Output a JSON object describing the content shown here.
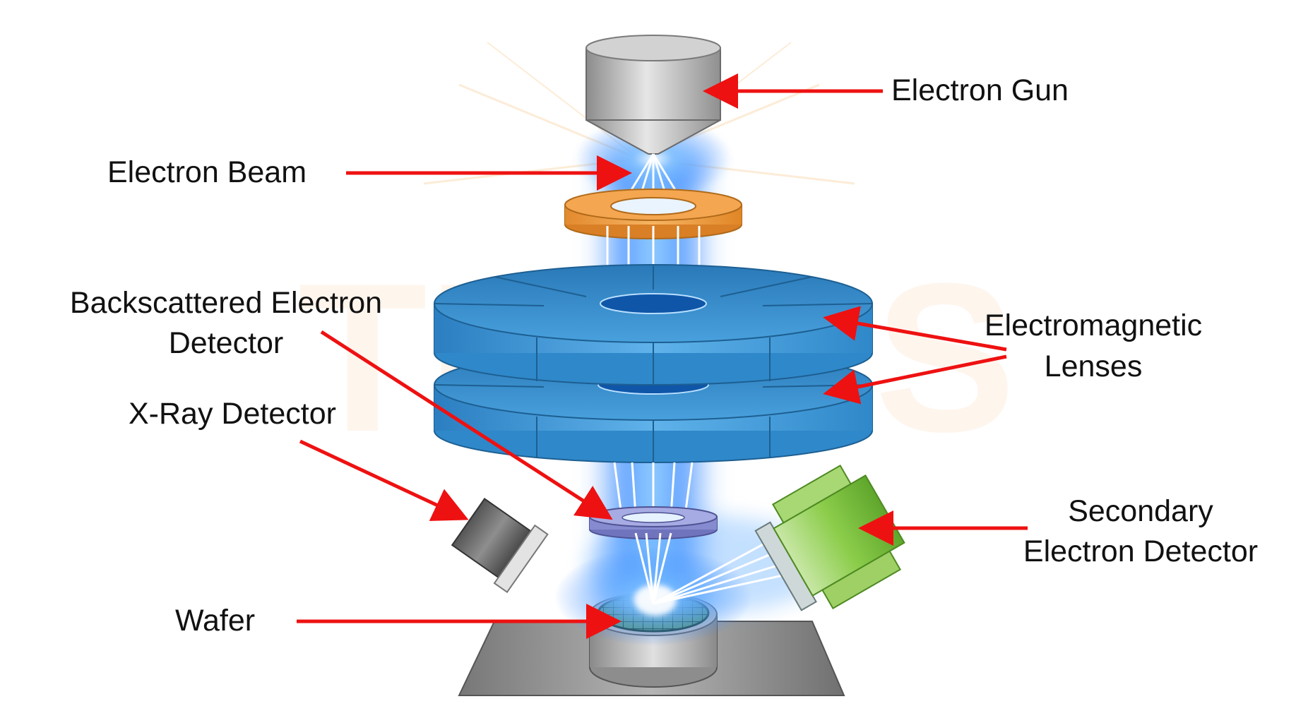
{
  "watermark": "THYRS",
  "labels": {
    "electron_gun": "Electron Gun",
    "electron_beam": "Electron Beam",
    "backscattered_line1": "Backscattered Electron",
    "backscattered_line2": "Detector",
    "electromagnetic_line1": "Electromagnetic",
    "electromagnetic_line2": "Lenses",
    "xray_detector": "X-Ray Detector",
    "secondary_line1": "Secondary",
    "secondary_line2": "Electron Detector",
    "wafer": "Wafer"
  },
  "colors": {
    "arrow": "#ee1111",
    "beam_glow": "#3a8cff",
    "lens": "#2a8ccc",
    "aperture": "#f0a64a",
    "secondary_detector": "#7cc23a"
  }
}
